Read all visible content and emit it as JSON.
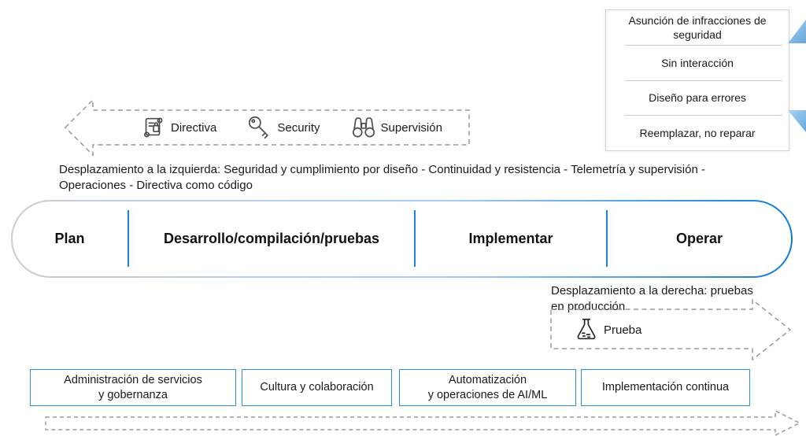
{
  "panel": {
    "items": [
      "Asunción de infracciones de seguridad",
      "Sin interacción",
      "Diseño para errores",
      "Reemplazar, no reparar"
    ]
  },
  "shift_left": {
    "badges": [
      {
        "icon": "scroll-icon",
        "label": "Directiva"
      },
      {
        "icon": "key-icon",
        "label": "Security"
      },
      {
        "icon": "binoculars-icon",
        "label": "Supervisión"
      }
    ],
    "description": "Desplazamiento a la izquierda: Seguridad y cumplimiento por diseño - Continuidad y resistencia - Telemetría y supervisión - Operaciones - Directiva como código"
  },
  "pipeline": {
    "stages": [
      "Plan",
      "Desarrollo/compilación/pruebas",
      "Implementar",
      "Operar"
    ]
  },
  "shift_right": {
    "description": "Desplazamiento a la derecha: pruebas en producción",
    "badge": {
      "icon": "flask-icon",
      "label": "Prueba"
    }
  },
  "practices": [
    {
      "lines": [
        "Administración de servicios",
        "y gobernanza"
      ]
    },
    {
      "lines": [
        "Cultura y colaboración"
      ]
    },
    {
      "lines": [
        "Automatización",
        "y operaciones de AI/ML"
      ]
    },
    {
      "lines": [
        "Implementación continua"
      ]
    }
  ],
  "colors": {
    "accent_blue": "#1b83e3",
    "box_border": "#2b90e0",
    "dash_gray": "#9a9a9a",
    "triangle_blue": "#7fb9e6",
    "pill_gradient_start": "#c9ced3",
    "pill_gradient_end": "#0f7bd7"
  }
}
